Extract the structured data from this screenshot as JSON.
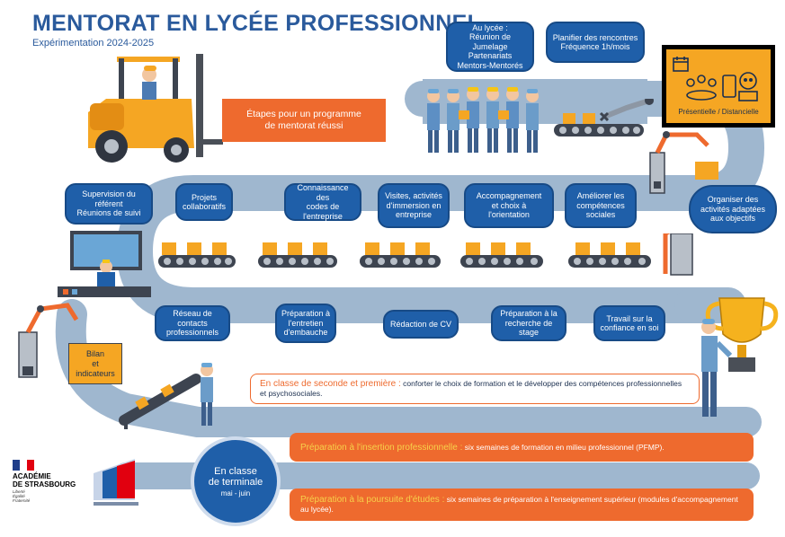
{
  "header": {
    "title": "MENTORAT EN LYCÉE PROFESSIONNEL",
    "subtitle": "Expérimentation 2024-2025"
  },
  "intro_box": "Étapes pour un programme de mentorat réussi",
  "steps_top": [
    {
      "text": "Au lycée :\nRéunion de Jumelage\nPartenariats\nMentors-Mentorés"
    },
    {
      "text": "Planifier des rencontres\nFréquence 1h/mois"
    }
  ],
  "mode_box": "Présentielle / Distancielle",
  "organiser": "Organiser des activités adaptées aux objectifs",
  "steps_mid": [
    {
      "text": "Supervision du référent\nRéunions de suivi"
    },
    {
      "text": "Projets\ncollaboratifs"
    },
    {
      "text": "Connaissance des\ncodes de l'entreprise"
    },
    {
      "text": "Visites, activités\nd'immersion en\nentreprise"
    },
    {
      "text": "Accompagnement\net choix à\nl'orientation"
    },
    {
      "text": "Améliorer les\ncompétences\nsociales"
    }
  ],
  "steps_low": [
    {
      "text": "Réseau de contacts\nprofessionnels"
    },
    {
      "text": "Préparation à\nl'entretien\nd'embauche"
    },
    {
      "text": "Rédaction de CV"
    },
    {
      "text": "Préparation à la\nrecherche de stage"
    },
    {
      "text": "Travail sur la\nconfiance en soi"
    }
  ],
  "bilan": "Bilan\net\nindicateurs",
  "phases": [
    {
      "highlight": "En classe de seconde et première :",
      "text": " conforter le choix de formation et le développer des compétences professionnelles et psychosociales."
    },
    {
      "highlight": "Préparation à l'insertion professionnelle :",
      "text": " six semaines de formation en milieu professionnel (PFMP)."
    },
    {
      "highlight": "Préparation à la poursuite d'études :",
      "text": " six semaines de préparation à l'enseignement supérieur (modules d'accompagnement au lycée)."
    }
  ],
  "terminale": {
    "line1": "En classe",
    "line2": "de terminale",
    "line3": "mai - juin"
  },
  "logo": {
    "line1": "ACADÉMIE",
    "line2": "DE STRASBOURG",
    "motto": "Liberté\nÉgalité\nFraternité"
  },
  "colors": {
    "blue": "#1f5fa9",
    "orange": "#ee6a2e",
    "road": "#9fb7cf"
  }
}
